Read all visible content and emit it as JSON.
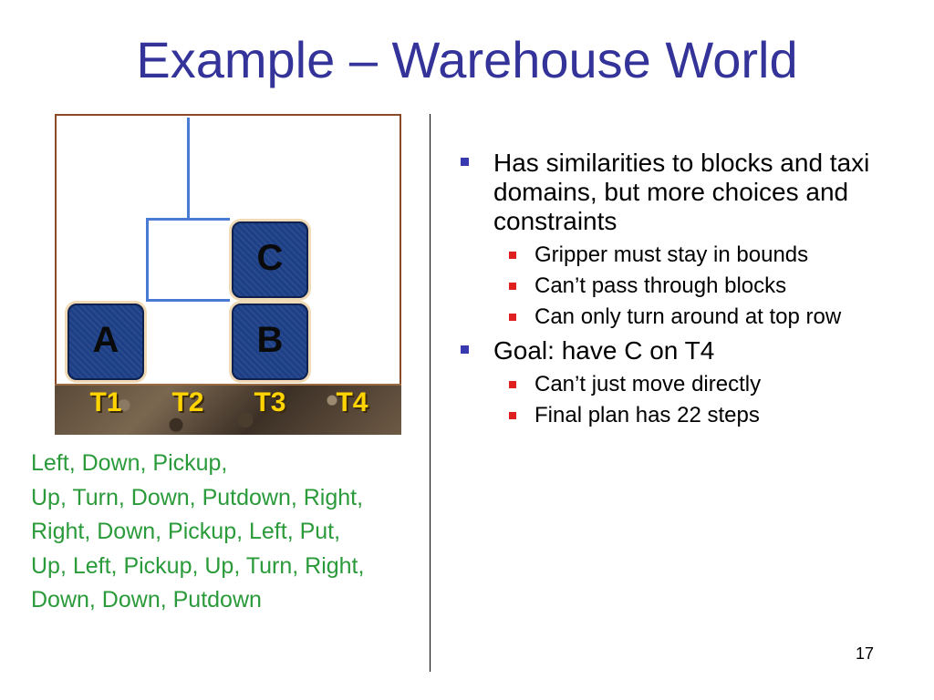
{
  "title": "Example – Warehouse World",
  "world": {
    "blocks": [
      "A",
      "B",
      "C"
    ],
    "tables": [
      "T1",
      "T2",
      "T3",
      "T4"
    ]
  },
  "bullets": [
    {
      "text": "Has similarities to blocks and taxi domains, but more choices and constraints",
      "sub": [
        "Gripper must stay in bounds",
        "Can’t pass through blocks",
        "Can only turn around at top row"
      ]
    },
    {
      "text": "Goal: have C on T4",
      "sub": [
        "Can’t just move directly",
        "Final plan has 22 steps"
      ]
    }
  ],
  "plan_lines": [
    "Left, Down, Pickup,",
    "Up, Turn, Down, Putdown, Right,",
    "Right, Down, Pickup, Left, Put,",
    "Up, Left, Pickup, Up, Turn, Right,",
    "Down, Down, Putdown"
  ],
  "page_number": "17",
  "colors": {
    "title": "#33339a",
    "plan": "#2a9a3a",
    "bullet_l1": "#3a3ab0",
    "bullet_l2": "#e02020"
  }
}
